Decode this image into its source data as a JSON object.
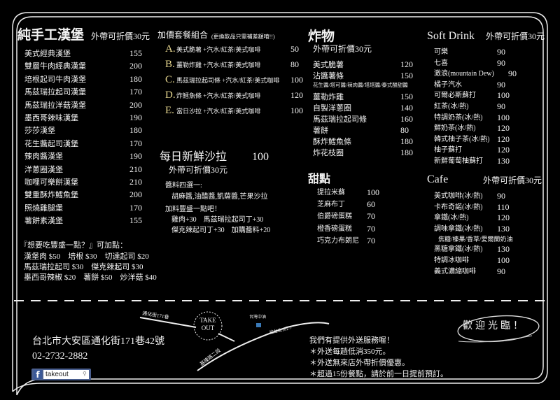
{
  "burgers": {
    "title": "純手工漢堡",
    "takeout_note": "外帶可折價30元",
    "items": [
      {
        "name": "美式經典漢堡",
        "price": "155"
      },
      {
        "name": "雙層牛肉經典漢堡",
        "price": "200"
      },
      {
        "name": "培根起司牛肉漢堡",
        "price": "180"
      },
      {
        "name": "馬茲瑞拉起司漢堡",
        "price": "170"
      },
      {
        "name": "馬茲瑞拉洋菇漢堡",
        "price": "200"
      },
      {
        "name": "墨西哥辣味漢堡",
        "price": "190"
      },
      {
        "name": "莎莎漢堡",
        "price": "180"
      },
      {
        "name": "花生醬起司漢堡",
        "price": "170"
      },
      {
        "name": "辣肉醬漢堡",
        "price": "190"
      },
      {
        "name": "洋蔥圈漢堡",
        "price": "210"
      },
      {
        "name": "咖哩可樂餅漢堡",
        "price": "210"
      },
      {
        "name": "雙重酥炸鱈魚堡",
        "price": "200"
      },
      {
        "name": "照燒雞腿堡",
        "price": "170"
      },
      {
        "name": "薯餅素漢堡",
        "price": "155"
      }
    ],
    "addon_title": "『想要吃豐盛一點？』可加點：",
    "addon_lines": [
      "漢堡肉 $50　培根 $30　切達起司 $20",
      "馬茲瑞拉起司 $30　傑克辣起司 $30",
      "墨西哥辣椒 $20　薯餅 $50　炒洋菇 $40"
    ]
  },
  "combos": {
    "title": "加價套餐組合",
    "note": "(更換飲品只需補差額唷!!)",
    "items": [
      {
        "letter": "A.",
        "name": "美式脆薯 +汽水/紅茶/美式咖啡",
        "price": "50"
      },
      {
        "letter": "B.",
        "name": "薑勒炸雞 +汽水/紅茶/美式咖啡",
        "price": "80"
      },
      {
        "letter": "C.",
        "name": "馬茲瑞拉起司條 +汽水/紅茶/美式咖啡",
        "price": "100"
      },
      {
        "letter": "D.",
        "name": "炸鱈魚條 +汽水/紅茶/美式咖啡",
        "price": "120"
      },
      {
        "letter": "E.",
        "name": "當日沙拉 +汽水/紅茶/美式咖啡",
        "price": "100"
      }
    ]
  },
  "salad": {
    "title": "每日新鮮沙拉",
    "price": "100",
    "takeout_note": "外帶可折價30元",
    "sauce_title": "醬料四選一:",
    "sauce_options": "胡麻醬,油醋醬,凱薩醬,芒果沙拉",
    "extra_title": "加料豐盛一點吧！",
    "extra_lines": [
      "雞肉+30　馬茲瑞拉起司丁+30",
      "傑克辣起司丁+30　加購醬料+20"
    ]
  },
  "fried": {
    "title": "炸物",
    "takeout_note": "外帶可折價30元",
    "items": [
      {
        "name": "美式脆薯",
        "price": "120"
      },
      {
        "name": "沾醬薯條",
        "price": "150"
      },
      {
        "name": "花生醬/塔可醬/辣肉醬/塔塔醬/泰式酸甜醬",
        "price": ""
      },
      {
        "name": "薑勒炸雞",
        "price": "150"
      },
      {
        "name": "自製洋蔥圈",
        "price": "140"
      },
      {
        "name": "馬茲瑞拉起司條",
        "price": "160"
      },
      {
        "name": "薯餅",
        "price": "80"
      },
      {
        "name": "酥炸鱈魚條",
        "price": "180"
      },
      {
        "name": "炸花枝圈",
        "price": "180"
      }
    ]
  },
  "desserts": {
    "title": "甜點",
    "items": [
      {
        "name": "提拉米蘇",
        "price": "100"
      },
      {
        "name": "芝麻布丁",
        "price": "60"
      },
      {
        "name": "伯爵磅蛋糕",
        "price": "70"
      },
      {
        "name": "橙香磅蛋糕",
        "price": "70"
      },
      {
        "name": "巧克力布朗尼",
        "price": "70"
      }
    ]
  },
  "soft_drink": {
    "title": "Soft Drink",
    "takeout_note": "外帶可折價30元",
    "items": [
      {
        "name": "可樂",
        "price": "90"
      },
      {
        "name": "七喜",
        "price": "90"
      },
      {
        "name": "激浪(mountain Dew)",
        "price": "90"
      },
      {
        "name": "橘子汽水",
        "price": "90"
      },
      {
        "name": "可爾必斯蘇打",
        "price": "100"
      },
      {
        "name": "紅茶(冰/熱)",
        "price": "90"
      },
      {
        "name": "特調奶茶(冰/熱)",
        "price": "100"
      },
      {
        "name": "鮮奶茶(冰/熱)",
        "price": "120"
      },
      {
        "name": "韓式柚子茶(冰/熱)",
        "price": "120"
      },
      {
        "name": "柚子蘇打",
        "price": "120"
      },
      {
        "name": "新鮮葡萄柚蘇打",
        "price": "130"
      }
    ]
  },
  "cafe": {
    "title": "Cafe",
    "takeout_note": "外帶可折價30元",
    "items": [
      {
        "name": "美式咖啡(冰/熱)",
        "price": "90"
      },
      {
        "name": "卡布奇諾(冰/熱)",
        "price": "110"
      },
      {
        "name": "拿鐵(冰/熱)",
        "price": "120"
      },
      {
        "name": "調味拿鐵(冰/熱)",
        "price": "130"
      },
      {
        "name": "焦糖/榛果/香草/愛爾蘭奶油",
        "price": ""
      },
      {
        "name": "黑糖拿鐵(冰/熱)",
        "price": "130"
      },
      {
        "name": "特調冰咖啡",
        "price": "100"
      },
      {
        "name": "義式濃縮咖啡",
        "price": "90"
      }
    ]
  },
  "footer": {
    "address": "台北市大安區通化街171巷42號",
    "phone": "02-2732-2882",
    "facebook_search": "takeout",
    "map": {
      "logo": "TAKE OUT",
      "street1": "通化街171巷",
      "street2": "基隆路二段",
      "landmark": "台灣中油",
      "direction": "往台北101->"
    },
    "delivery_lines": [
      "我們有提供外送服務喔！",
      "＊外送每趟低消350元。",
      "＊外送無來店外帶折價優惠。",
      "＊超過15份餐點，請於前一日提前預訂。"
    ],
    "welcome": "歡迎光臨！"
  }
}
